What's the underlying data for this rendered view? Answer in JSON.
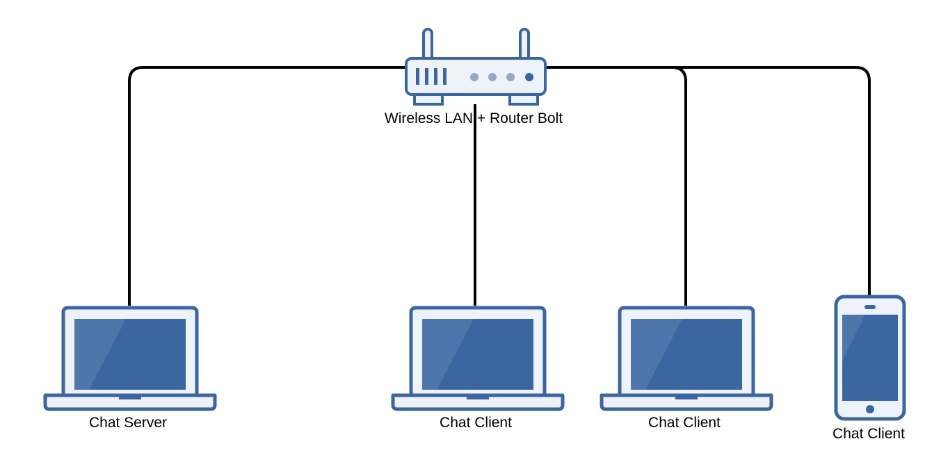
{
  "colors": {
    "stroke": "#3b66a0",
    "screen": "#3b66a0",
    "screen_highlight": "#4f76ab",
    "body_fill": "#eef2f9",
    "light_led": "#93a9c9",
    "dark_led": "#3b66a0",
    "connector": "#000000",
    "background": "#ffffff"
  },
  "router": {
    "icon": "router-icon",
    "label": "Wireless LAN + Router Bolt"
  },
  "devices": [
    {
      "icon": "laptop-icon",
      "label": "Chat Server"
    },
    {
      "icon": "laptop-icon",
      "label": "Chat Client"
    },
    {
      "icon": "laptop-icon",
      "label": "Chat Client"
    },
    {
      "icon": "smartphone-icon",
      "label": "Chat Client"
    }
  ]
}
